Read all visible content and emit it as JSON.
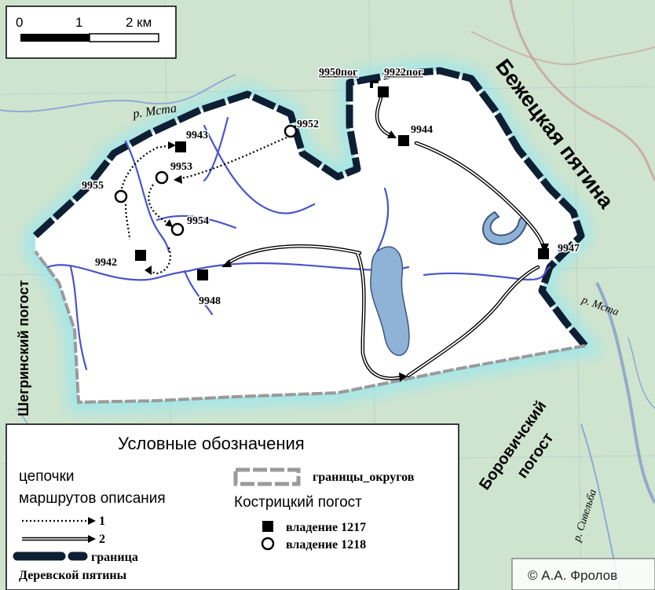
{
  "scale": {
    "tick_0": "0",
    "tick_1": "1",
    "tick_2": "2 км"
  },
  "labels": {
    "river_msta_north": "р. Мста",
    "river_msta_east": "р. Мста",
    "river_sivelba": "р. Сивельба",
    "bezhetskaya": "Бежецкая пятина",
    "shegrinsky": "Шегринский погост",
    "borovichsky_1": "Боровичский",
    "borovichsky_2": "погост"
  },
  "points": {
    "p9942": "9942",
    "p9943": "9943",
    "p9944": "9944",
    "p9947": "9947",
    "p9948": "9948",
    "p9952": "9952",
    "p9953": "9953",
    "p9954": "9954",
    "p9955": "9955",
    "p9950": "9950пог",
    "p9922": "9922пог"
  },
  "legend": {
    "title": "Условные обозначения",
    "chains_line1": "цепочки",
    "chains_line2": "маршрутов описания",
    "route1": "1",
    "route2": "2",
    "border_line1": "граница",
    "border_line2": "Деревской пятины",
    "district_borders": "границы_округов",
    "pogost": "Кострицкий погост",
    "own1217": "владение 1217",
    "own1218": "владение 1218"
  },
  "copyright": "© А.А. Фролов",
  "colors": {
    "river": "#4a55c8",
    "lake": "#8fb3d6",
    "border": "#0e1f33",
    "glow": "#8ff0ff",
    "terrain": "#cfe3cf"
  }
}
